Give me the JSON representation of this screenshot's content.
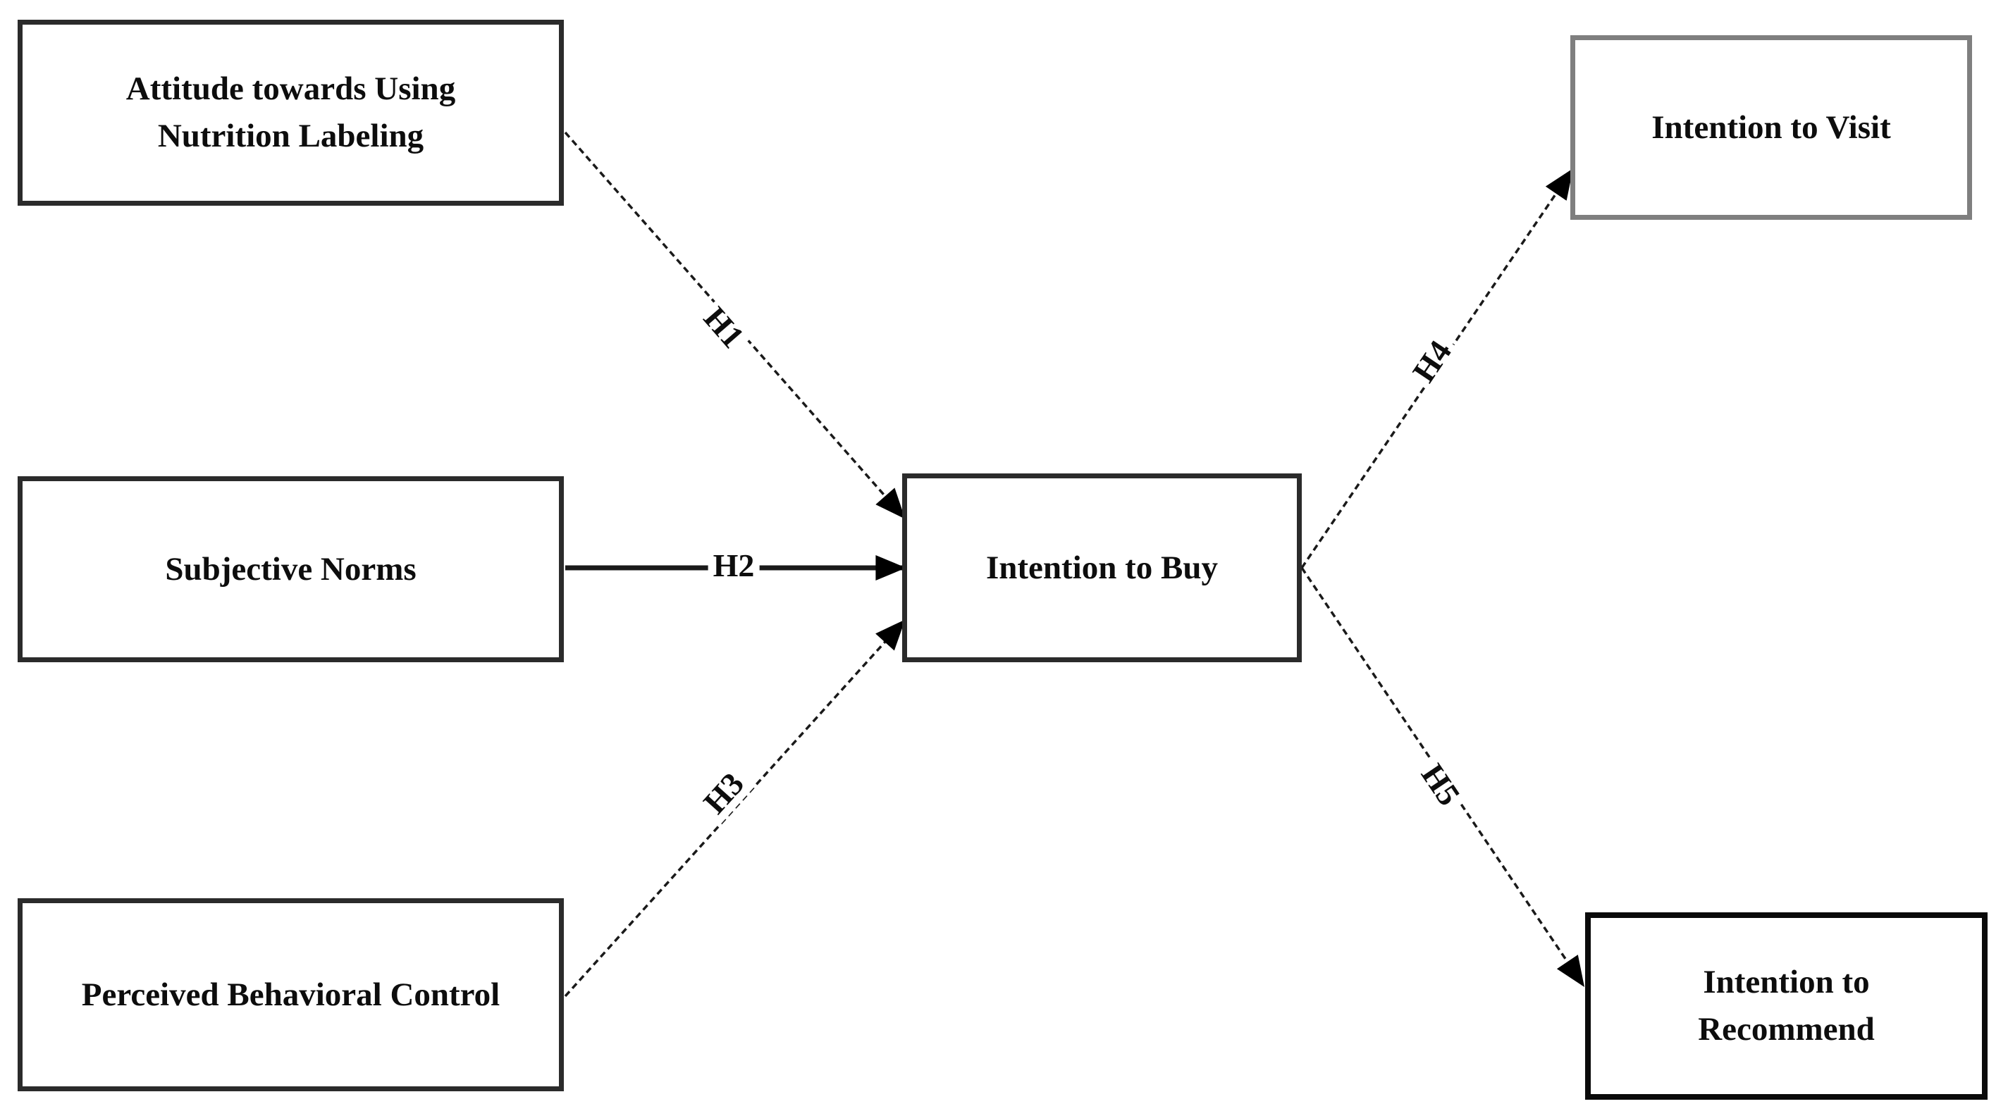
{
  "diagram": {
    "type": "hypothesis-path-model",
    "background_color": "#ffffff",
    "nodes": {
      "attitude": {
        "label": "Attitude towards Using\nNutrition Labeling"
      },
      "subjective_norms": {
        "label": "Subjective Norms"
      },
      "perceived_behavioral_control": {
        "label": "Perceived Behavioral Control"
      },
      "intention_to_buy": {
        "label": "Intention to Buy"
      },
      "intention_to_visit": {
        "label": "Intention to Visit"
      },
      "intention_to_recommend": {
        "label": "Intention to\nRecommend"
      }
    },
    "edges": {
      "h1": {
        "label": "H1",
        "from": "attitude",
        "to": "intention_to_buy"
      },
      "h2": {
        "label": "H2",
        "from": "subjective_norms",
        "to": "intention_to_buy"
      },
      "h3": {
        "label": "H3",
        "from": "perceived_behavioral_control",
        "to": "intention_to_buy"
      },
      "h4": {
        "label": "H4",
        "from": "intention_to_buy",
        "to": "intention_to_visit"
      },
      "h5": {
        "label": "H5",
        "from": "intention_to_buy",
        "to": "intention_to_recommend"
      }
    },
    "colors": {
      "node_border_dark": "#2b2b2b",
      "node_border_gray": "#7f7f7f",
      "node_border_black": "#0a0a0a",
      "edge_line": "#1a1a1a",
      "arrowhead": "#000000",
      "text": "#0d0d0d"
    }
  }
}
